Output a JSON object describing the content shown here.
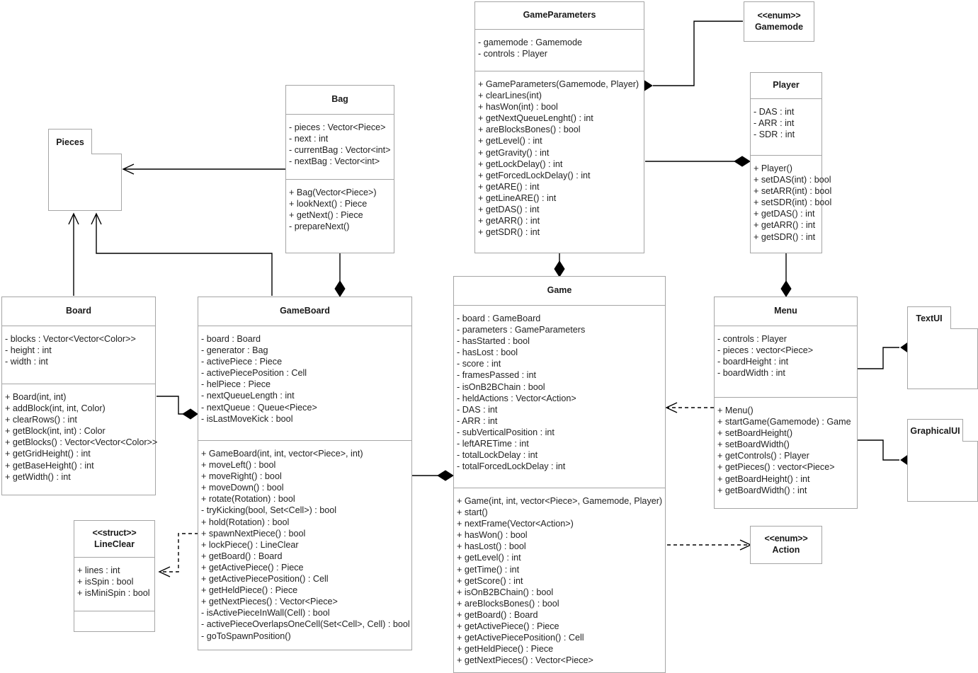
{
  "diagram": {
    "kind": "uml-class-diagram",
    "title": "Tetris game class diagram"
  },
  "classes": {
    "pieces": {
      "name": "Pieces",
      "shape": "package"
    },
    "textui": {
      "name": "TextUI",
      "shape": "package"
    },
    "graphicalui": {
      "name": "GraphicalUI",
      "shape": "package"
    },
    "gamemode": {
      "stereotype": "<<enum>>",
      "name": "Gamemode"
    },
    "action": {
      "stereotype": "<<enum>>",
      "name": "Action"
    },
    "lineclear": {
      "stereotype": "<<struct>>",
      "name": "LineClear",
      "attributes": [
        "+ lines : int",
        "+ isSpin : bool",
        "+ isMiniSpin : bool"
      ],
      "methods": []
    },
    "bag": {
      "name": "Bag",
      "attributes": [
        "- pieces : Vector<Piece>",
        "- next : int",
        "- currentBag : Vector<int>",
        "- nextBag : Vector<int>"
      ],
      "methods": [
        "+ Bag(Vector<Piece>)",
        "+ lookNext() : Piece",
        "+ getNext() : Piece",
        "- prepareNext()"
      ]
    },
    "board": {
      "name": "Board",
      "attributes": [
        "- blocks : Vector<Vector<Color>>",
        "- height : int",
        "- width : int"
      ],
      "methods": [
        "+ Board(int, int)",
        "+ addBlock(int, int, Color)",
        "+ clearRows() : int",
        "+ getBlock(int, int) : Color",
        "+ getBlocks() : Vector<Vector<Color>>",
        "+ getGridHeight() : int",
        "+ getBaseHeight() : int",
        "+ getWidth() : int"
      ]
    },
    "gameboard": {
      "name": "GameBoard",
      "attributes": [
        "- board : Board",
        "- generator : Bag",
        "- activePiece : Piece",
        "- activePiecePosition : Cell",
        "- helPiece : Piece",
        "- nextQueueLength : int",
        "- nextQueue : Queue<Piece>",
        "- isLastMoveKick : bool"
      ],
      "methods": [
        "+ GameBoard(int, int, vector<Piece>, int)",
        "+ moveLeft() : bool",
        "+ moveRight() : bool",
        "+ moveDown() : bool",
        "+ rotate(Rotation) : bool",
        "- tryKicking(bool, Set<Cell>) : bool",
        "+ hold(Rotation) : bool",
        "+ spawnNextPiece() : bool",
        "+ lockPiece() : LineClear",
        "+ getBoard() : Board",
        "+ getActivePiece() : Piece",
        "+ getActivePiecePosition() : Cell",
        "+ getHeldPiece() : Piece",
        "+ getNextPieces() : Vector<Piece>",
        "- isActivePieceInWall(Cell) : bool",
        "- activePieceOverlapsOneCell(Set<Cell>, Cell) : bool",
        "- goToSpawnPosition()"
      ]
    },
    "gameparameters": {
      "name": "GameParameters",
      "attributes": [
        "- gamemode : Gamemode",
        "- controls : Player"
      ],
      "methods": [
        "+ GameParameters(Gamemode, Player)",
        "+ clearLines(int)",
        "+ hasWon(int) : bool",
        "+ getNextQueueLenght() : int",
        "+ areBlocksBones() : bool",
        "+ getLevel() : int",
        "+ getGravity() : int",
        "+ getLockDelay() : int",
        "+ getForcedLockDelay() : int",
        "+ getARE() : int",
        "+ getLineARE() : int",
        "+ getDAS() : int",
        "+ getARR() : int",
        "+ getSDR() : int"
      ]
    },
    "player": {
      "name": "Player",
      "attributes": [
        "- DAS : int",
        "- ARR : int",
        "- SDR : int"
      ],
      "methods": [
        "+ Player()",
        "+ setDAS(int) : bool",
        "+ setARR(int) : bool",
        "+ setSDR(int) : bool",
        "+ getDAS() : int",
        "+ getARR() : int",
        "+ getSDR() : int"
      ]
    },
    "game": {
      "name": "Game",
      "attributes": [
        "- board : GameBoard",
        "- parameters : GameParameters",
        "- hasStarted : bool",
        "- hasLost : bool",
        "- score : int",
        "- framesPassed : int",
        "- isOnB2BChain : bool",
        "- heldActions : Vector<Action>",
        "- DAS : int",
        "- ARR : int",
        "- subVerticalPosition : int",
        "- leftARETime : int",
        "- totalLockDelay : int",
        "- totalForcedLockDelay : int"
      ],
      "methods": [
        "+ Game(int, int, vector<Piece>, Gamemode, Player)",
        "+ start()",
        "+ nextFrame(Vector<Action>)",
        "+ hasWon() : bool",
        "+ hasLost() : bool",
        "+ getLevel() : int",
        "+ getTime() : int",
        "+ getScore() : int",
        "+ isOnB2BChain() : bool",
        "+ areBlocksBones() : bool",
        "+ getBoard() : Board",
        "+ getActivePiece() : Piece",
        "+ getActivePiecePosition() : Cell",
        "+ getHeldPiece() : Piece",
        "+ getNextPieces() : Vector<Piece>"
      ]
    },
    "menu": {
      "name": "Menu",
      "attributes": [
        "- controls : Player",
        "- pieces : vector<Piece>",
        "- boardHeight : int",
        "- boardWidth : int"
      ],
      "methods": [
        "+ Menu()",
        "+ startGame(Gamemode) : Game",
        "+ setBoardHeight()",
        "+ setBoardWidth()",
        "+ getControls() : Player",
        "+ getPieces() : vector<Piece>",
        "+ getBoardHeight() : int",
        "+ getBoardWidth() : int"
      ]
    }
  },
  "colors": {
    "box_border": "#a5a5a5",
    "connector": "#000000",
    "text": "#222222",
    "background": "#ffffff"
  },
  "relationships": [
    {
      "from": "Bag",
      "to": "Pieces",
      "type": "dependency-arrow"
    },
    {
      "from": "Board",
      "to": "Pieces",
      "type": "dependency-arrow"
    },
    {
      "from": "GameBoard",
      "to": "Pieces",
      "type": "dependency-arrow"
    },
    {
      "from": "Bag",
      "to": "GameBoard",
      "type": "composition"
    },
    {
      "from": "Board",
      "to": "GameBoard",
      "type": "composition"
    },
    {
      "from": "GameBoard",
      "to": "LineClear",
      "type": "dashed-dependency"
    },
    {
      "from": "GameBoard",
      "to": "Game",
      "type": "composition"
    },
    {
      "from": "GameParameters",
      "to": "Game",
      "type": "composition"
    },
    {
      "from": "Gamemode",
      "to": "GameParameters",
      "type": "composition"
    },
    {
      "from": "Player",
      "to": "GameParameters",
      "type": "composition"
    },
    {
      "from": "Player",
      "to": "Menu",
      "type": "composition"
    },
    {
      "from": "Menu",
      "to": "Game",
      "type": "dashed-dependency"
    },
    {
      "from": "Menu",
      "to": "Action",
      "type": "dashed-dependency"
    },
    {
      "from": "TextUI",
      "to": "Menu",
      "type": "composition"
    },
    {
      "from": "GraphicalUI",
      "to": "Menu",
      "type": "composition"
    }
  ]
}
